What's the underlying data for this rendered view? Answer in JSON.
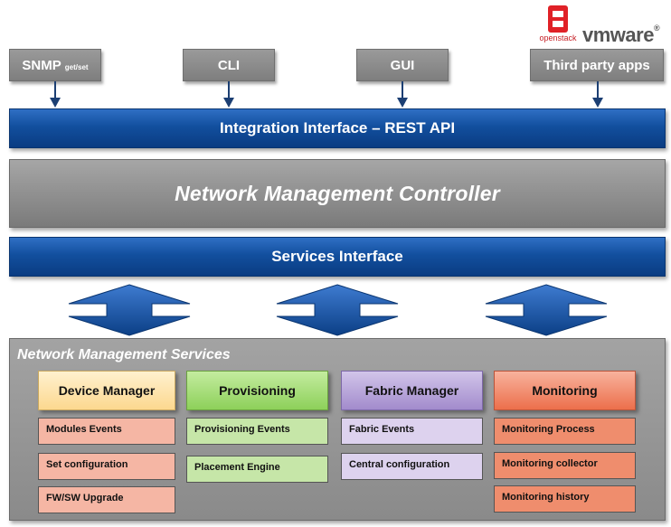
{
  "clients": [
    {
      "label": "SNMP",
      "sub": "get/set"
    },
    {
      "label": "CLI",
      "sub": ""
    },
    {
      "label": "GUI",
      "sub": ""
    },
    {
      "label": "Third party apps",
      "sub": ""
    }
  ],
  "logos": {
    "openstack": "openstack",
    "vmware": "vmware"
  },
  "integration_interface": "Integration Interface – REST API",
  "controller": "Network Management Controller",
  "services_interface": "Services Interface",
  "services": {
    "title": "Network Management Services",
    "modules": [
      {
        "header": "Device Manager",
        "color": "#fde4b0",
        "items": [
          "Modules Events",
          "Set configuration",
          "FW/SW Upgrade"
        ],
        "item_color": "#f4b39e"
      },
      {
        "header": "Provisioning",
        "color": "#a6dd78",
        "items": [
          "Provisioning Events",
          "Placement Engine"
        ],
        "item_color": "#c4e5a6"
      },
      {
        "header": "Fabric Manager",
        "color": "#b6a3d8",
        "items": [
          "Fabric Events",
          "Central configuration"
        ],
        "item_color": "#d7cbe9"
      },
      {
        "header": "Monitoring",
        "color": "#f2896a",
        "items": [
          "Monitoring Process",
          "Monitoring collector",
          "Monitoring history"
        ],
        "item_color": "#ee8c6c"
      }
    ]
  }
}
